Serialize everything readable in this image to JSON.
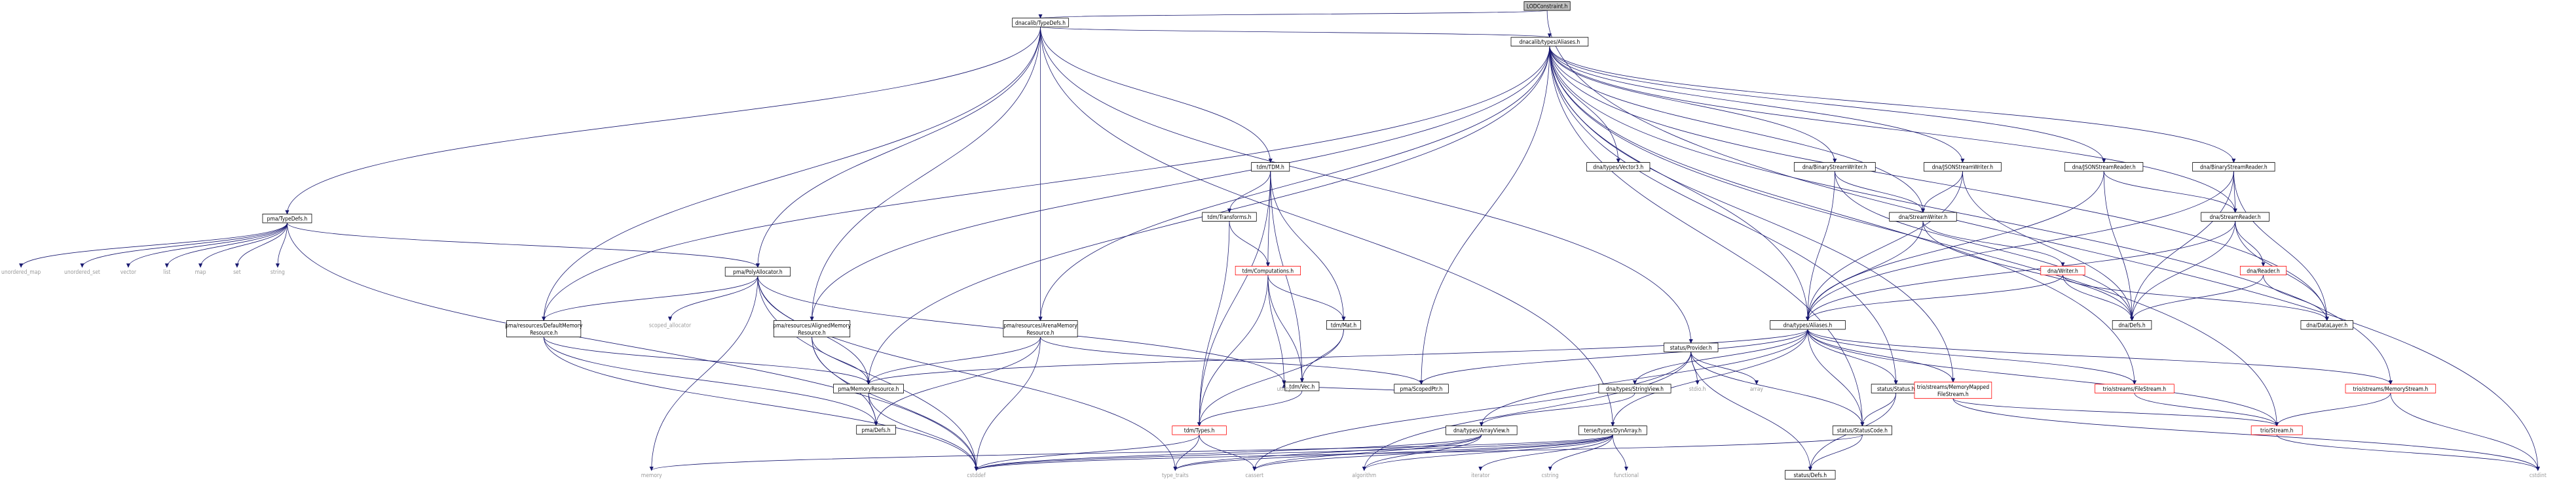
{
  "colors": {
    "root_fill": "#bfbfbf",
    "node_stroke": "#000000",
    "missing_stroke": "#ff0000",
    "edge": "#191970",
    "system_text": "#999999"
  },
  "nodes": {
    "LODConstraint": {
      "lines": [
        "LODConstraint.h"
      ],
      "kind": "root"
    },
    "TypeDefs_dnacalib": {
      "lines": [
        "dnacalib/TypeDefs.h"
      ],
      "kind": "normal"
    },
    "Aliases_dnacalib": {
      "lines": [
        "dnacalib/types/Aliases.h"
      ],
      "kind": "normal"
    },
    "pma_TypeDefs": {
      "lines": [
        "pma/TypeDefs.h"
      ],
      "kind": "normal"
    },
    "tdm_TDM": {
      "lines": [
        "tdm/TDM.h"
      ],
      "kind": "normal"
    },
    "tdm_Transforms": {
      "lines": [
        "tdm/Transforms.h"
      ],
      "kind": "normal"
    },
    "tdm_Computations": {
      "lines": [
        "tdm/Computations.h"
      ],
      "kind": "missing"
    },
    "tdm_Mat": {
      "lines": [
        "tdm/Mat.h"
      ],
      "kind": "normal"
    },
    "tdm_Vec": {
      "lines": [
        "tdm/Vec.h"
      ],
      "kind": "normal"
    },
    "tdm_Types": {
      "lines": [
        "tdm/Types.h"
      ],
      "kind": "missing"
    },
    "dna_Vector3": {
      "lines": [
        "dna/types/Vector3.h"
      ],
      "kind": "normal"
    },
    "dna_BinaryStreamWriter": {
      "lines": [
        "dna/BinaryStreamWriter.h"
      ],
      "kind": "normal"
    },
    "dna_JSONStreamWriter": {
      "lines": [
        "dna/JSONStreamWriter.h"
      ],
      "kind": "normal"
    },
    "dna_JSONStreamReader": {
      "lines": [
        "dna/JSONStreamReader.h"
      ],
      "kind": "normal"
    },
    "dna_BinaryStreamReader": {
      "lines": [
        "dna/BinaryStreamReader.h"
      ],
      "kind": "normal"
    },
    "dna_StreamWriter": {
      "lines": [
        "dna/StreamWriter.h"
      ],
      "kind": "normal"
    },
    "dna_StreamReader": {
      "lines": [
        "dna/StreamReader.h"
      ],
      "kind": "normal"
    },
    "dna_Writer": {
      "lines": [
        "dna/Writer.h"
      ],
      "kind": "missing"
    },
    "dna_Reader": {
      "lines": [
        "dna/Reader.h"
      ],
      "kind": "missing"
    },
    "dna_Defs": {
      "lines": [
        "dna/Defs.h"
      ],
      "kind": "normal"
    },
    "dna_DataLayer": {
      "lines": [
        "dna/DataLayer.h"
      ],
      "kind": "normal"
    },
    "dna_types_Aliases": {
      "lines": [
        "dna/types/Aliases.h"
      ],
      "kind": "normal"
    },
    "pma_PolyAllocator": {
      "lines": [
        "pma/PolyAllocator.h"
      ],
      "kind": "normal"
    },
    "pma_DefaultMemoryResource": {
      "lines": [
        "pma/resources/DefaultMemory",
        "Resource.h"
      ],
      "kind": "normal"
    },
    "pma_AlignedMemoryResource": {
      "lines": [
        "pma/resources/AlignedMemory",
        "Resource.h"
      ],
      "kind": "normal"
    },
    "pma_ArenaMemoryResource": {
      "lines": [
        "pma/resources/ArenaMemory",
        "Resource.h"
      ],
      "kind": "normal"
    },
    "pma_MemoryResource": {
      "lines": [
        "pma/MemoryResource.h"
      ],
      "kind": "normal"
    },
    "pma_Defs": {
      "lines": [
        "pma/Defs.h"
      ],
      "kind": "normal"
    },
    "pma_ScopedPtr": {
      "lines": [
        "pma/ScopedPtr.h"
      ],
      "kind": "normal"
    },
    "dna_StringView": {
      "lines": [
        "dna/types/StringView.h"
      ],
      "kind": "normal"
    },
    "dna_ArrayView": {
      "lines": [
        "dna/types/ArrayView.h"
      ],
      "kind": "normal"
    },
    "terse_DynArray": {
      "lines": [
        "terse/types/DynArray.h"
      ],
      "kind": "normal"
    },
    "status_Provider": {
      "lines": [
        "status/Provider.h"
      ],
      "kind": "normal"
    },
    "status_Status": {
      "lines": [
        "status/Status.h"
      ],
      "kind": "normal"
    },
    "status_StatusCode": {
      "lines": [
        "status/StatusCode.h"
      ],
      "kind": "normal"
    },
    "status_Defs": {
      "lines": [
        "status/Defs.h"
      ],
      "kind": "normal"
    },
    "trio_MemoryMappedFileStream": {
      "lines": [
        "trio/streams/MemoryMapped",
        "FileStream.h"
      ],
      "kind": "missing"
    },
    "trio_FileStream": {
      "lines": [
        "trio/streams/FileStream.h"
      ],
      "kind": "missing"
    },
    "trio_MemoryStream": {
      "lines": [
        "trio/streams/MemoryStream.h"
      ],
      "kind": "missing"
    },
    "trio_Stream": {
      "lines": [
        "trio/Stream.h"
      ],
      "kind": "missing"
    },
    "sys_unordered_map": {
      "lines": [
        "unordered_map"
      ],
      "kind": "system"
    },
    "sys_unordered_set": {
      "lines": [
        "unordered_set"
      ],
      "kind": "system"
    },
    "sys_vector": {
      "lines": [
        "vector"
      ],
      "kind": "system"
    },
    "sys_list": {
      "lines": [
        "list"
      ],
      "kind": "system"
    },
    "sys_map": {
      "lines": [
        "map"
      ],
      "kind": "system"
    },
    "sys_set": {
      "lines": [
        "set"
      ],
      "kind": "system"
    },
    "sys_string": {
      "lines": [
        "string"
      ],
      "kind": "system"
    },
    "sys_scoped_allocator": {
      "lines": [
        "scoped_allocator"
      ],
      "kind": "system"
    },
    "sys_utility": {
      "lines": [
        "utility"
      ],
      "kind": "system"
    },
    "sys_memory": {
      "lines": [
        "memory"
      ],
      "kind": "system"
    },
    "sys_cstddef": {
      "lines": [
        "cstddef"
      ],
      "kind": "system"
    },
    "sys_type_traits": {
      "lines": [
        "type_traits"
      ],
      "kind": "system"
    },
    "sys_cassert": {
      "lines": [
        "cassert"
      ],
      "kind": "system"
    },
    "sys_algorithm": {
      "lines": [
        "algorithm"
      ],
      "kind": "system"
    },
    "sys_iterator": {
      "lines": [
        "iterator"
      ],
      "kind": "system"
    },
    "sys_cstring": {
      "lines": [
        "cstring"
      ],
      "kind": "system"
    },
    "sys_functional": {
      "lines": [
        "functional"
      ],
      "kind": "system"
    },
    "sys_stdio": {
      "lines": [
        "stdio.h"
      ],
      "kind": "system"
    },
    "sys_array": {
      "lines": [
        "array"
      ],
      "kind": "system"
    },
    "sys_cstdint": {
      "lines": [
        "cstdint"
      ],
      "kind": "system"
    }
  },
  "edges": [
    [
      "LODConstraint",
      "TypeDefs_dnacalib"
    ],
    [
      "LODConstraint",
      "sys_cstdint"
    ],
    [
      "TypeDefs_dnacalib",
      "Aliases_dnacalib"
    ],
    [
      "TypeDefs_dnacalib",
      "pma_TypeDefs"
    ],
    [
      "TypeDefs_dnacalib",
      "tdm_TDM"
    ],
    [
      "TypeDefs_dnacalib",
      "pma_PolyAllocator"
    ],
    [
      "TypeDefs_dnacalib",
      "pma_DefaultMemoryResource"
    ],
    [
      "TypeDefs_dnacalib",
      "pma_AlignedMemoryResource"
    ],
    [
      "TypeDefs_dnacalib",
      "pma_ArenaMemoryResource"
    ],
    [
      "TypeDefs_dnacalib",
      "status_Provider"
    ],
    [
      "TypeDefs_dnacalib",
      "terse_DynArray"
    ],
    [
      "Aliases_dnacalib",
      "dna_Vector3"
    ],
    [
      "Aliases_dnacalib",
      "dna_BinaryStreamWriter"
    ],
    [
      "Aliases_dnacalib",
      "dna_JSONStreamWriter"
    ],
    [
      "Aliases_dnacalib",
      "dna_JSONStreamReader"
    ],
    [
      "Aliases_dnacalib",
      "dna_BinaryStreamReader"
    ],
    [
      "Aliases_dnacalib",
      "dna_StreamWriter"
    ],
    [
      "Aliases_dnacalib",
      "dna_StreamReader"
    ],
    [
      "Aliases_dnacalib",
      "dna_types_Aliases"
    ],
    [
      "Aliases_dnacalib",
      "pma_ScopedPtr"
    ],
    [
      "Aliases_dnacalib",
      "pma_MemoryResource"
    ],
    [
      "Aliases_dnacalib",
      "pma_DefaultMemoryResource"
    ],
    [
      "Aliases_dnacalib",
      "pma_AlignedMemoryResource"
    ],
    [
      "Aliases_dnacalib",
      "pma_ArenaMemoryResource"
    ],
    [
      "Aliases_dnacalib",
      "status_Status"
    ],
    [
      "Aliases_dnacalib",
      "status_StatusCode"
    ],
    [
      "Aliases_dnacalib",
      "trio_MemoryMappedFileStream"
    ],
    [
      "Aliases_dnacalib",
      "trio_FileStream"
    ],
    [
      "Aliases_dnacalib",
      "trio_MemoryStream"
    ],
    [
      "Aliases_dnacalib",
      "trio_Stream"
    ],
    [
      "Aliases_dnacalib",
      "dna_DataLayer"
    ],
    [
      "pma_TypeDefs",
      "sys_unordered_map"
    ],
    [
      "pma_TypeDefs",
      "sys_unordered_set"
    ],
    [
      "pma_TypeDefs",
      "sys_vector"
    ],
    [
      "pma_TypeDefs",
      "sys_list"
    ],
    [
      "pma_TypeDefs",
      "sys_map"
    ],
    [
      "pma_TypeDefs",
      "sys_set"
    ],
    [
      "pma_TypeDefs",
      "sys_string"
    ],
    [
      "pma_TypeDefs",
      "pma_PolyAllocator"
    ],
    [
      "pma_TypeDefs",
      "sys_cstddef"
    ],
    [
      "tdm_TDM",
      "tdm_Transforms"
    ],
    [
      "tdm_TDM",
      "tdm_Computations"
    ],
    [
      "tdm_TDM",
      "tdm_Mat"
    ],
    [
      "tdm_TDM",
      "tdm_Vec"
    ],
    [
      "tdm_TDM",
      "tdm_Types"
    ],
    [
      "tdm_Transforms",
      "tdm_Computations"
    ],
    [
      "tdm_Transforms",
      "tdm_Types"
    ],
    [
      "tdm_Computations",
      "tdm_Mat"
    ],
    [
      "tdm_Computations",
      "tdm_Vec"
    ],
    [
      "tdm_Computations",
      "tdm_Types"
    ],
    [
      "tdm_Computations",
      "sys_utility"
    ],
    [
      "tdm_Mat",
      "tdm_Vec"
    ],
    [
      "tdm_Mat",
      "tdm_Types"
    ],
    [
      "tdm_Vec",
      "tdm_Types"
    ],
    [
      "tdm_Types",
      "sys_cstddef"
    ],
    [
      "tdm_Types",
      "sys_type_traits"
    ],
    [
      "tdm_Types",
      "sys_cassert"
    ],
    [
      "dna_BinaryStreamWriter",
      "dna_StreamWriter"
    ],
    [
      "dna_BinaryStreamWriter",
      "dna_types_Aliases"
    ],
    [
      "dna_BinaryStreamWriter",
      "dna_Defs"
    ],
    [
      "dna_JSONStreamWriter",
      "dna_StreamWriter"
    ],
    [
      "dna_JSONStreamWriter",
      "dna_types_Aliases"
    ],
    [
      "dna_JSONStreamWriter",
      "dna_Defs"
    ],
    [
      "dna_JSONStreamReader",
      "dna_StreamReader"
    ],
    [
      "dna_JSONStreamReader",
      "dna_types_Aliases"
    ],
    [
      "dna_JSONStreamReader",
      "dna_Defs"
    ],
    [
      "dna_BinaryStreamReader",
      "dna_StreamReader"
    ],
    [
      "dna_BinaryStreamReader",
      "dna_DataLayer"
    ],
    [
      "dna_BinaryStreamReader",
      "dna_types_Aliases"
    ],
    [
      "dna_BinaryStreamReader",
      "dna_Defs"
    ],
    [
      "dna_StreamWriter",
      "dna_Writer"
    ],
    [
      "dna_StreamWriter",
      "dna_types_Aliases"
    ],
    [
      "dna_StreamWriter",
      "dna_Defs"
    ],
    [
      "dna_StreamReader",
      "dna_Reader"
    ],
    [
      "dna_StreamReader",
      "dna_types_Aliases"
    ],
    [
      "dna_StreamReader",
      "dna_Defs"
    ],
    [
      "dna_StreamReader",
      "dna_DataLayer"
    ],
    [
      "dna_Writer",
      "dna_types_Aliases"
    ],
    [
      "dna_Writer",
      "dna_Defs"
    ],
    [
      "dna_Writer",
      "dna_DataLayer"
    ],
    [
      "dna_Reader",
      "dna_Defs"
    ],
    [
      "dna_Reader",
      "dna_DataLayer"
    ],
    [
      "dna_types_Aliases",
      "pma_MemoryResource"
    ],
    [
      "dna_types_Aliases",
      "pma_ScopedPtr"
    ],
    [
      "dna_types_Aliases",
      "dna_StringView"
    ],
    [
      "dna_types_Aliases",
      "dna_ArrayView"
    ],
    [
      "dna_types_Aliases",
      "status_Status"
    ],
    [
      "dna_types_Aliases",
      "status_StatusCode"
    ],
    [
      "dna_types_Aliases",
      "trio_MemoryMappedFileStream"
    ],
    [
      "dna_types_Aliases",
      "trio_FileStream"
    ],
    [
      "dna_types_Aliases",
      "trio_MemoryStream"
    ],
    [
      "dna_types_Aliases",
      "trio_Stream"
    ],
    [
      "dna_types_Aliases",
      "terse_DynArray"
    ],
    [
      "pma_PolyAllocator",
      "pma_MemoryResource"
    ],
    [
      "pma_PolyAllocator",
      "pma_DefaultMemoryResource"
    ],
    [
      "pma_PolyAllocator",
      "sys_scoped_allocator"
    ],
    [
      "pma_PolyAllocator",
      "sys_memory"
    ],
    [
      "pma_PolyAllocator",
      "sys_cstddef"
    ],
    [
      "pma_PolyAllocator",
      "sys_utility"
    ],
    [
      "pma_PolyAllocator",
      "sys_type_traits"
    ],
    [
      "pma_DefaultMemoryResource",
      "pma_MemoryResource"
    ],
    [
      "pma_DefaultMemoryResource",
      "pma_Defs"
    ],
    [
      "pma_DefaultMemoryResource",
      "sys_cstddef"
    ],
    [
      "pma_AlignedMemoryResource",
      "pma_MemoryResource"
    ],
    [
      "pma_AlignedMemoryResource",
      "pma_Defs"
    ],
    [
      "pma_AlignedMemoryResource",
      "sys_cstddef"
    ],
    [
      "pma_ArenaMemoryResource",
      "pma_MemoryResource"
    ],
    [
      "pma_ArenaMemoryResource",
      "pma_Defs"
    ],
    [
      "pma_ArenaMemoryResource",
      "pma_ScopedPtr"
    ],
    [
      "pma_ArenaMemoryResource",
      "sys_cstddef"
    ],
    [
      "pma_MemoryResource",
      "pma_Defs"
    ],
    [
      "pma_MemoryResource",
      "sys_cstddef"
    ],
    [
      "pma_ScopedPtr",
      "sys_utility"
    ],
    [
      "dna_StringView",
      "dna_ArrayView"
    ],
    [
      "dna_ArrayView",
      "sys_cassert"
    ],
    [
      "dna_ArrayView",
      "sys_cstddef"
    ],
    [
      "dna_ArrayView",
      "sys_type_traits"
    ],
    [
      "dna_ArrayView",
      "sys_algorithm"
    ],
    [
      "terse_DynArray",
      "sys_algorithm"
    ],
    [
      "terse_DynArray",
      "sys_cassert"
    ],
    [
      "terse_DynArray",
      "sys_cstddef"
    ],
    [
      "terse_DynArray",
      "sys_cstring"
    ],
    [
      "terse_DynArray",
      "sys_functional"
    ],
    [
      "terse_DynArray",
      "sys_iterator"
    ],
    [
      "terse_DynArray",
      "sys_memory"
    ],
    [
      "terse_DynArray",
      "sys_type_traits"
    ],
    [
      "status_Provider",
      "status_StatusCode"
    ],
    [
      "status_Provider",
      "status_Defs"
    ],
    [
      "status_Provider",
      "sys_stdio"
    ],
    [
      "status_Provider",
      "sys_array"
    ],
    [
      "status_Provider",
      "sys_algorithm"
    ],
    [
      "status_Provider",
      "sys_cassert"
    ],
    [
      "status_Status",
      "status_StatusCode"
    ],
    [
      "status_Status",
      "status_Defs"
    ],
    [
      "status_StatusCode",
      "status_Defs"
    ],
    [
      "status_StatusCode",
      "sys_cstddef"
    ],
    [
      "trio_MemoryMappedFileStream",
      "trio_Stream"
    ],
    [
      "trio_MemoryMappedFileStream",
      "sys_cstdint"
    ],
    [
      "trio_FileStream",
      "trio_Stream"
    ],
    [
      "trio_MemoryStream",
      "trio_Stream"
    ],
    [
      "trio_MemoryStream",
      "sys_cstdint"
    ],
    [
      "trio_Stream",
      "sys_cstdint"
    ]
  ]
}
